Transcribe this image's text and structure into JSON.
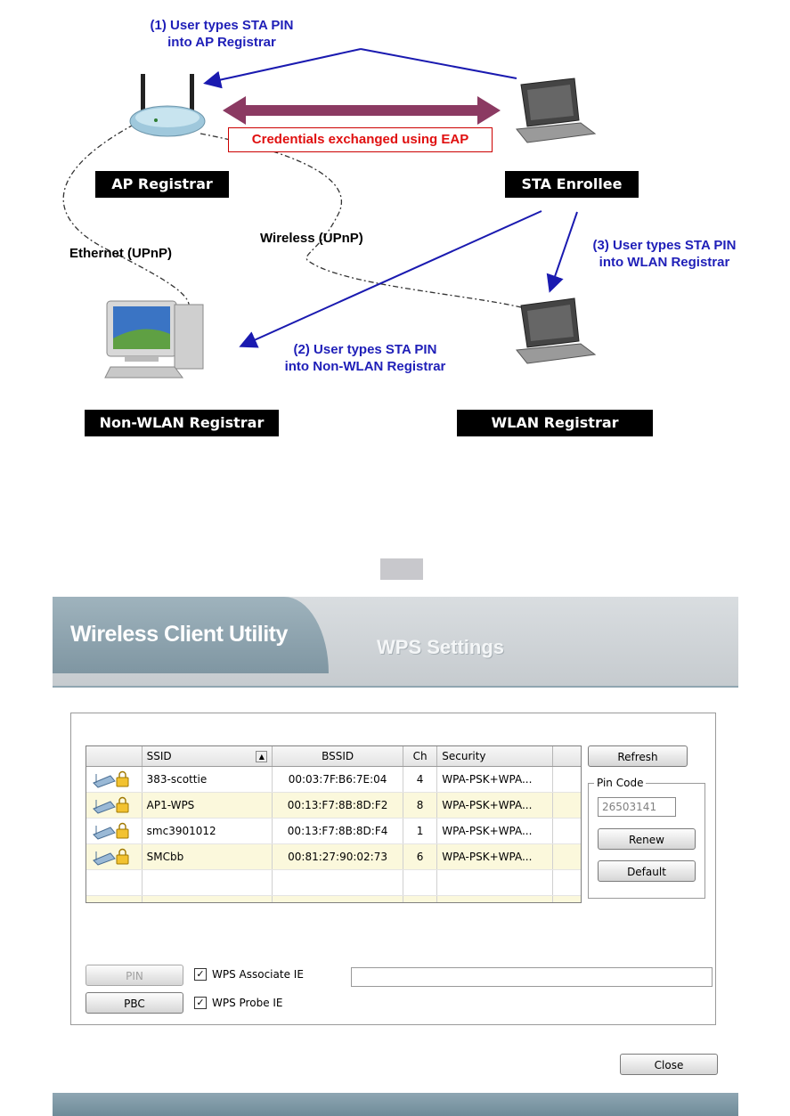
{
  "diagram": {
    "step1": "(1) User types STA PIN\ninto AP Registrar",
    "eap": "Credentials exchanged using EAP",
    "ap_registrar": "AP Registrar",
    "sta_enrollee": "STA Enrollee",
    "ethernet": "Ethernet (UPnP)",
    "wireless": "Wireless (UPnP)",
    "step3": "(3) User types STA PIN\ninto WLAN Registrar",
    "step2": "(2) User types STA PIN\ninto Non-WLAN Registrar",
    "non_wlan_registrar": "Non-WLAN Registrar",
    "wlan_registrar": "WLAN Registrar",
    "colors": {
      "blue_text": "#1f1fb8",
      "arrow_blue": "#1a1ab0",
      "eap_arrow": "#8b3a62",
      "eap_text": "#e01010"
    }
  },
  "window": {
    "app_title": "Wireless Client Utility",
    "page_title": "WPS Settings"
  },
  "table": {
    "headers": {
      "ssid": "SSID",
      "bssid": "BSSID",
      "ch": "Ch",
      "security": "Security"
    },
    "rows": [
      {
        "ssid": "383-scottie",
        "bssid": "00:03:7F:B6:7E:04",
        "ch": "4",
        "security": "WPA-PSK+WPA..."
      },
      {
        "ssid": "AP1-WPS",
        "bssid": "00:13:F7:8B:8D:F2",
        "ch": "8",
        "security": "WPA-PSK+WPA..."
      },
      {
        "ssid": "smc3901012",
        "bssid": "00:13:F7:8B:8D:F4",
        "ch": "1",
        "security": "WPA-PSK+WPA..."
      },
      {
        "ssid": "SMCbb",
        "bssid": "00:81:27:90:02:73",
        "ch": "6",
        "security": "WPA-PSK+WPA..."
      }
    ]
  },
  "buttons": {
    "refresh": "Refresh",
    "renew": "Renew",
    "default": "Default",
    "pin": "PIN",
    "pbc": "PBC",
    "close": "Close"
  },
  "pin_code": {
    "legend": "Pin Code",
    "value": "26503141"
  },
  "checkboxes": {
    "associate_ie": "WPS Associate IE",
    "probe_ie": "WPS Probe IE",
    "check_mark": "✓"
  }
}
